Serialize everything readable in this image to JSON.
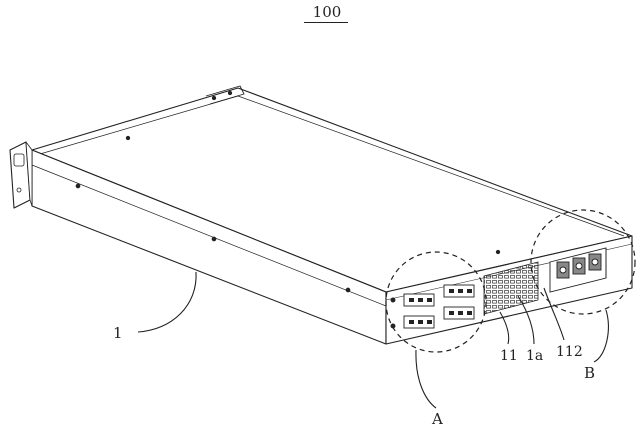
{
  "figure_number": "100",
  "labels": {
    "device": "1",
    "detail_a": "A",
    "detail_b": "B",
    "part_11": "11",
    "part_1a": "1a",
    "part_112": "112"
  },
  "colors": {
    "line": "#222222",
    "background": "#ffffff"
  }
}
